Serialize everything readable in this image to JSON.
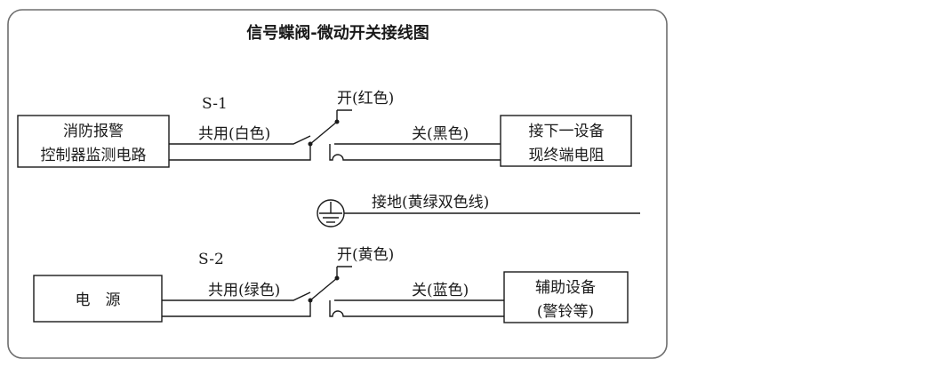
{
  "title": "信号蝶阀-微动开关接线图",
  "s1": {
    "label": "S-1",
    "left_box": [
      "消防报警",
      "控制器监测电路"
    ],
    "common_wire": "共用(白色)",
    "open_wire": "开(红色)",
    "closed_wire": "关(黑色)",
    "right_box": [
      "接下一设备",
      "现终端电阻"
    ]
  },
  "ground": {
    "label": "接地(黄绿双色线)"
  },
  "s2": {
    "label": "S-2",
    "left_box": [
      "电　源"
    ],
    "common_wire": "共用(绿色)",
    "open_wire": "开(黄色)",
    "closed_wire": "关(蓝色)",
    "right_box": [
      "辅助设备",
      "(警铃等)"
    ]
  }
}
